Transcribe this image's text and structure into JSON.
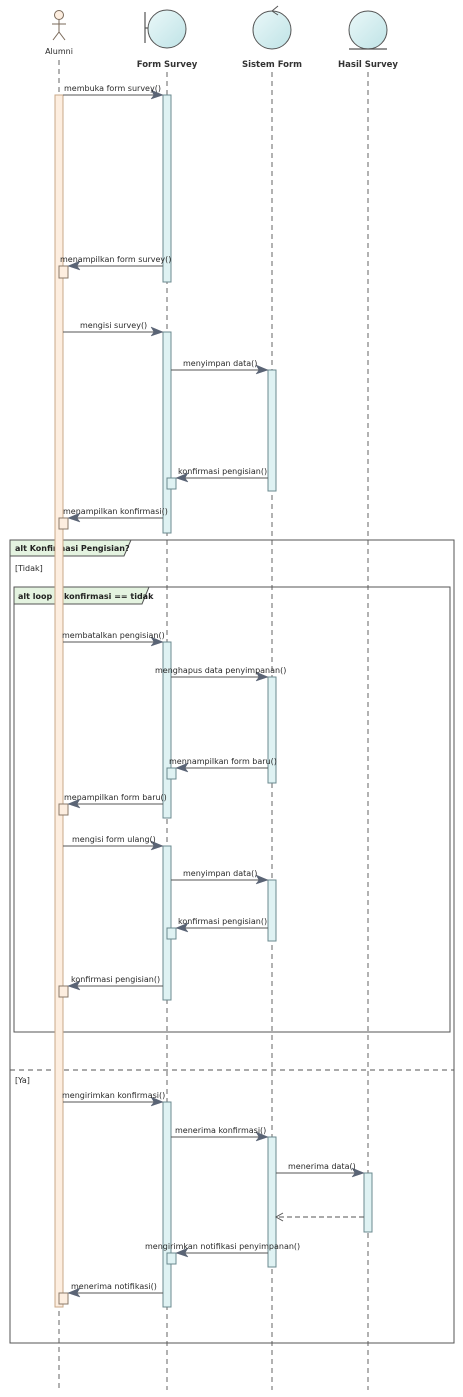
{
  "colors": {
    "actor_activation": "#fdeee0",
    "actor_activation_border": "#d9b897",
    "activation": "#dff2f3",
    "activation_border": "#6b8a8f",
    "participant_fill": "#d3eef0",
    "line": "#555555",
    "frame_tab": "#e4f3e0",
    "frame_border": "#555555"
  },
  "participants": [
    {
      "id": "alumni",
      "name": "Alumni",
      "kind": "actor-icon"
    },
    {
      "id": "form",
      "name": "Form Survey",
      "kind": "boundary-icon"
    },
    {
      "id": "sistem",
      "name": "Sistem Form",
      "kind": "control-icon"
    },
    {
      "id": "hasil",
      "name": "Hasil Survey",
      "kind": "entity-icon"
    }
  ],
  "messages": [
    {
      "label": "membuka form survey()"
    },
    {
      "label": "menampilkan form survey()"
    },
    {
      "label": "mengisi survey()"
    },
    {
      "label": "menyimpan data()"
    },
    {
      "label": "konfirmasi pengisian()"
    },
    {
      "label": "menampilkan konfirmasi()"
    },
    {
      "label": "membatalkan pengisian()"
    },
    {
      "label": "menghapus data penyimpanan()"
    },
    {
      "label": "mennampilkan form baru()"
    },
    {
      "label": "menampilkan form baru()"
    },
    {
      "label": "mengisi form ulang()"
    },
    {
      "label": "menyimpan data()"
    },
    {
      "label": "konfirmasi pengisian()"
    },
    {
      "label": "konfirmasi pengisian()"
    },
    {
      "label": "mengirimkan konfirmasi()"
    },
    {
      "label": "menerima konfirmasi()"
    },
    {
      "label": "menerima data()"
    },
    {
      "label": ""
    },
    {
      "label": "mengirimkan notifikasi penyimpanan()"
    },
    {
      "label": "menerima notifikasi()"
    }
  ],
  "frames": [
    {
      "title": "alt Konfirmasi Pengisian?",
      "guards": [
        "[Tidak]",
        "[Ya]"
      ]
    },
    {
      "title": "alt loop if konfirmasi == tidak"
    }
  ]
}
